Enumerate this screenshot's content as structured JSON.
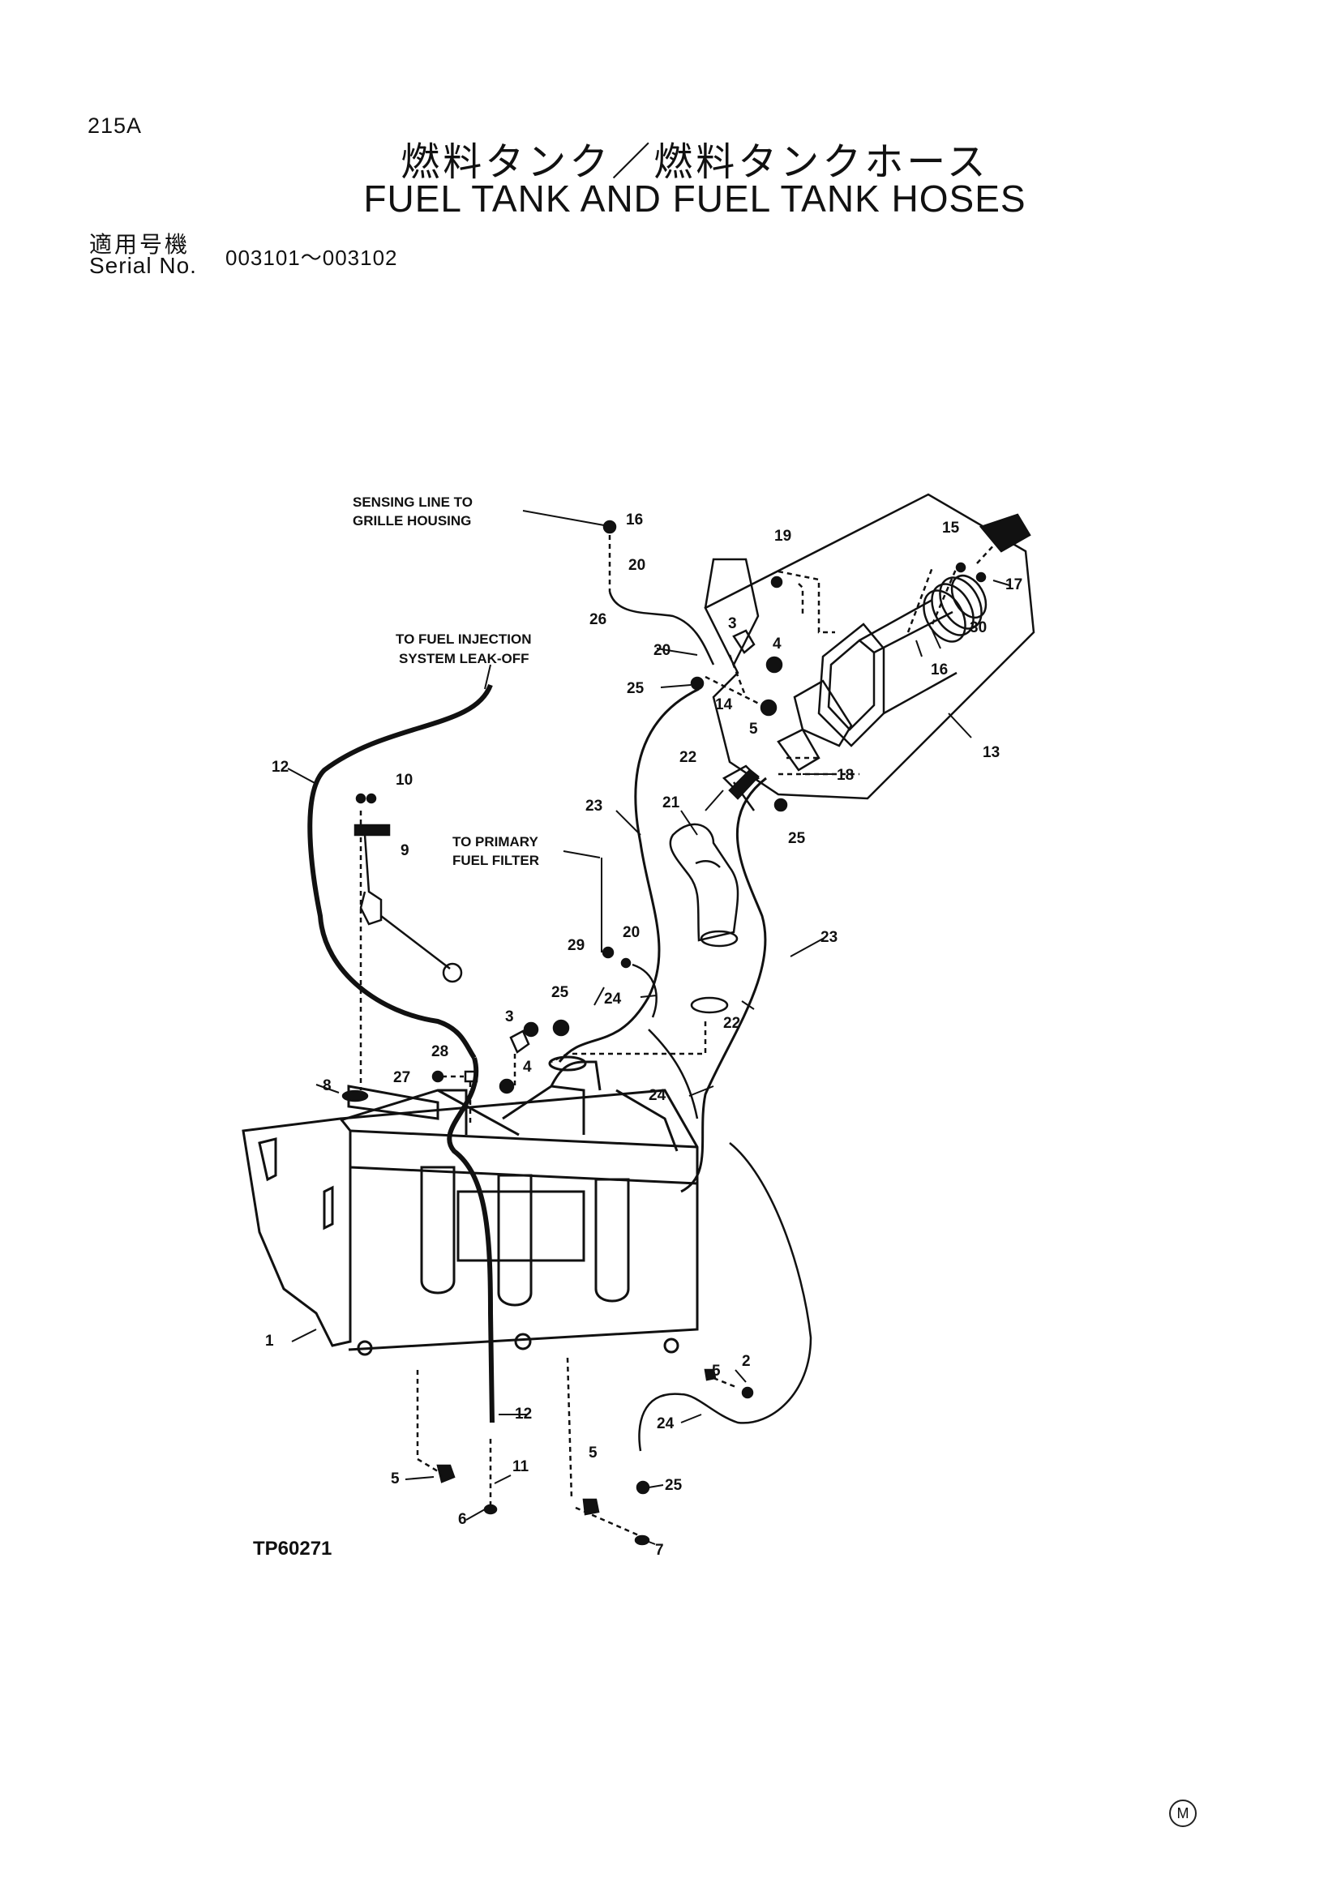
{
  "header": {
    "page_number": "215A",
    "title_ja": "燃料タンク／燃料タンクホース",
    "title_en": "FUEL TANK AND FUEL TANK HOSES",
    "serial_label_ja": "適用号機",
    "serial_label_en": "Serial No.",
    "serial_range": "003101～003102"
  },
  "diagram": {
    "callouts": {
      "sensing_1": "SENSING LINE TO",
      "sensing_2": "GRILLE HOUSING",
      "injection_1": "TO FUEL INJECTION",
      "injection_2": "SYSTEM LEAK-OFF",
      "primary_1": "TO PRIMARY",
      "primary_2": "FUEL FILTER"
    },
    "figure_id": "TP60271",
    "part_numbers": {
      "p1": "1",
      "p2": "2",
      "p3a": "3",
      "p3b": "3",
      "p4a": "4",
      "p4b": "4",
      "p5a": "5",
      "p5b": "5",
      "p5c": "5",
      "p5d": "5",
      "p6": "6",
      "p7": "7",
      "p8": "8",
      "p9": "9",
      "p10": "10",
      "p11": "11",
      "p12a": "12",
      "p12b": "12",
      "p13": "13",
      "p14": "14",
      "p15": "15",
      "p16a": "16",
      "p16b": "16",
      "p17": "17",
      "p18": "18",
      "p19": "19",
      "p20a": "20",
      "p20b": "20",
      "p20c": "20",
      "p21": "21",
      "p22a": "22",
      "p22b": "22",
      "p23a": "23",
      "p23b": "23",
      "p24a": "24",
      "p24b": "24",
      "p24c": "24",
      "p25a": "25",
      "p25b": "25",
      "p25c": "25",
      "p25d": "25",
      "p26": "26",
      "p27": "27",
      "p28": "28",
      "p29": "29",
      "p30": "30"
    }
  },
  "footer": {
    "mark": "M"
  }
}
